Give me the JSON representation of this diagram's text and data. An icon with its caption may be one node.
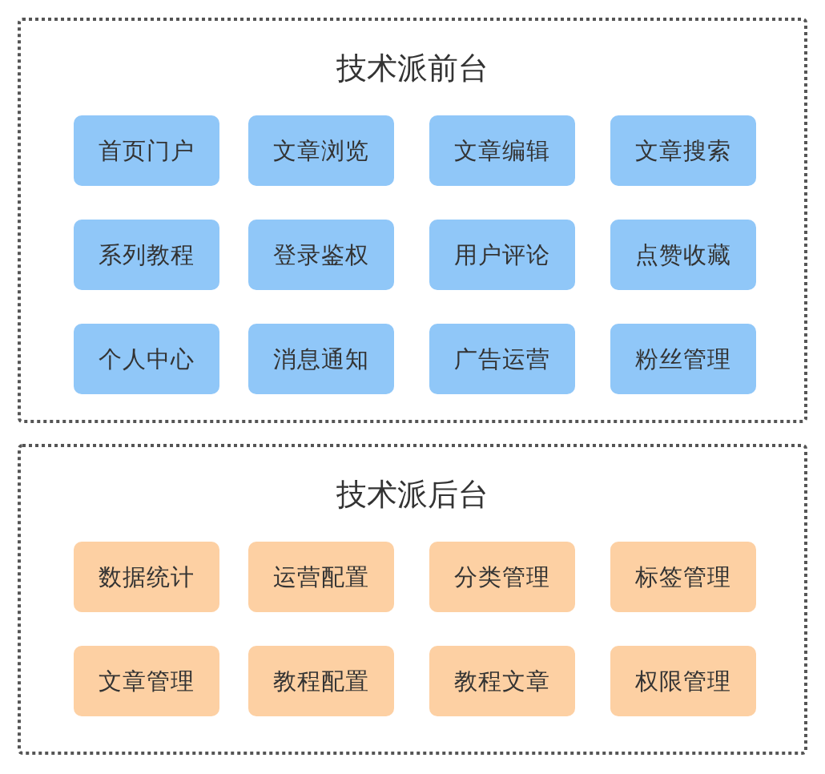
{
  "diagram": {
    "nodes": [
      {
        "text": [
          "技术派前台"
        ]
      },
      {
        "text": [
          "首页门户"
        ],
        "in": 0
      },
      {
        "text": [
          "文章浏览"
        ],
        "in": 0
      },
      {
        "text": [
          "文章编辑"
        ],
        "in": 0
      },
      {
        "text": [
          "文章搜索"
        ],
        "in": 0
      },
      {
        "text": [
          "系列教程"
        ],
        "in": 0
      },
      {
        "text": [
          "登录鉴权"
        ],
        "in": 0
      },
      {
        "text": [
          "用户评论"
        ],
        "in": 0
      },
      {
        "text": [
          "点赞收藏"
        ],
        "in": 0
      },
      {
        "text": [
          "个人中心"
        ],
        "in": 0
      },
      {
        "text": [
          "消息通知"
        ],
        "in": 0
      },
      {
        "text": [
          "广告运营"
        ],
        "in": 0
      },
      {
        "text": [
          "粉丝管理"
        ],
        "in": 0
      },
      {
        "text": [
          "技术派后台"
        ]
      },
      {
        "text": [
          "数据统计"
        ],
        "in": 13
      },
      {
        "text": [
          "运营配置"
        ],
        "in": 13
      },
      {
        "text": [
          "分类管理"
        ],
        "in": 13
      },
      {
        "text": [
          "标签管理"
        ],
        "in": 13
      },
      {
        "text": [
          "文章管理"
        ],
        "in": 13
      },
      {
        "text": [
          "教程配置"
        ],
        "in": 13
      },
      {
        "text": [
          "教程文章"
        ],
        "in": 13
      },
      {
        "text": [
          "权限管理"
        ],
        "in": 13
      }
    ]
  }
}
